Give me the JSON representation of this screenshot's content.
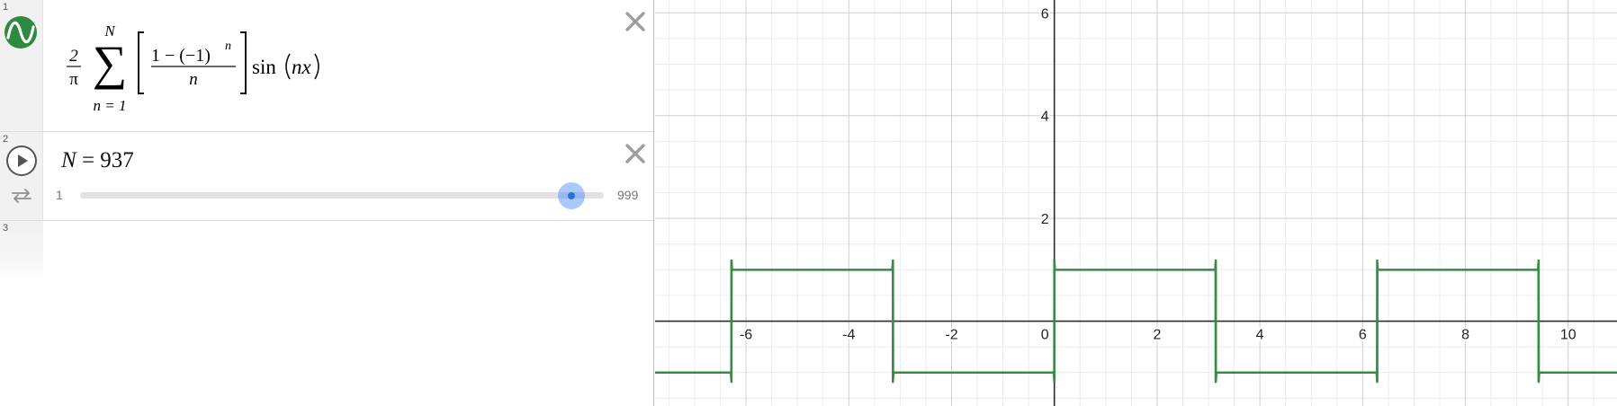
{
  "expressions": [
    {
      "number": "1",
      "formula": {
        "coef_num": "2",
        "coef_den": "π",
        "sum_upper": "N",
        "sum_symbol": "∑",
        "sum_lower": "n = 1",
        "frac_num_1": "1 − (−1)",
        "frac_num_exp": "n",
        "frac_den": "n",
        "tail_fn": "sin",
        "tail_arg": "nx"
      },
      "icon": "desmos-wave-logo-icon",
      "color": "#2d8a3e"
    },
    {
      "number": "2",
      "slider": {
        "variable": "N",
        "equals": "=",
        "value_text": "937",
        "min": "1",
        "max": "999",
        "value": 937
      },
      "icons": [
        "play-icon",
        "loop-icon"
      ]
    },
    {
      "number": "3"
    }
  ],
  "graph": {
    "x_ticks": [
      "-6",
      "-4",
      "-2",
      "0",
      "2",
      "4",
      "6",
      "8",
      "10"
    ],
    "y_ticks": [
      "2",
      "4",
      "6"
    ],
    "xlim": [
      -7.77,
      10.95
    ],
    "ylim": [
      -1.65,
      6.25
    ],
    "curve_color": "#388c46",
    "function": "square wave with Gibbs ringing"
  }
}
